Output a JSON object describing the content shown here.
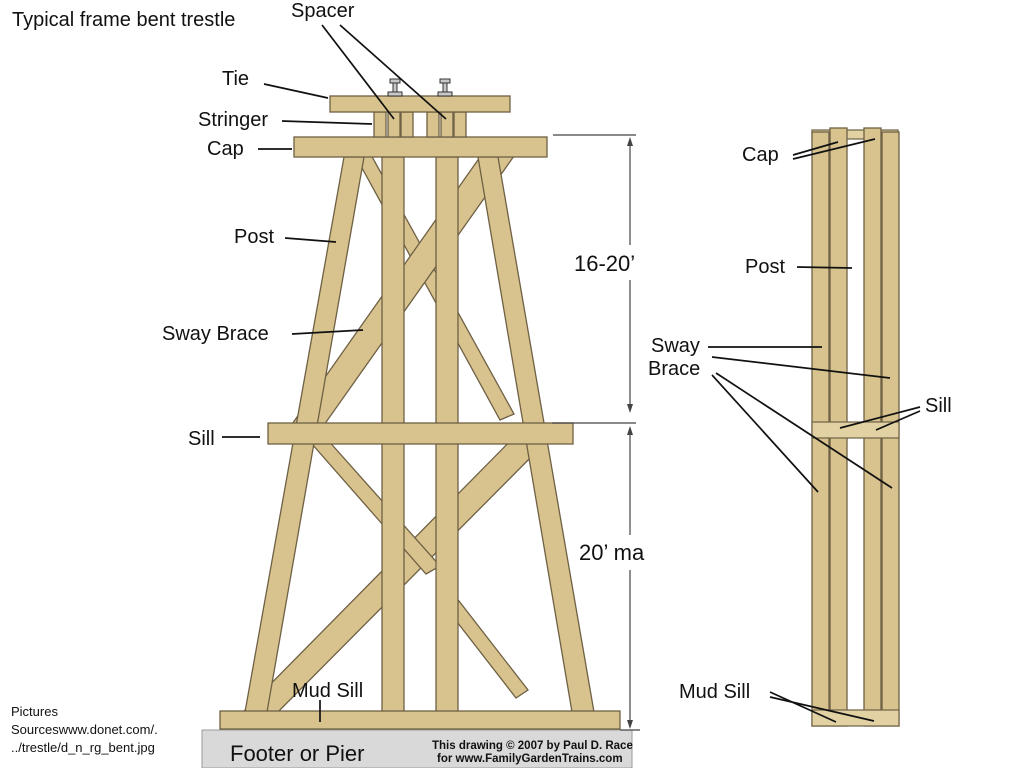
{
  "title": "Typical frame bent trestle",
  "labels": {
    "spacer": "Spacer",
    "tie": "Tie",
    "stringer": "Stringer",
    "cap": "Cap",
    "post": "Post",
    "sway_brace": "Sway Brace",
    "sill": "Sill",
    "mud_sill": "Mud Sill",
    "footer": "Footer or Pier",
    "upper_height": "16-20’",
    "lower_height": "20’ ma"
  },
  "side_view": {
    "cap": "Cap",
    "post": "Post",
    "sway": "Sway",
    "brace": "Brace",
    "sill": "Sill",
    "mud_sill": "Mud Sill"
  },
  "credit": {
    "line1": "This drawing © 2007 by Paul D. Race",
    "line2": "for www.FamilyGardenTrains.com"
  },
  "source": {
    "line1": "Pictures",
    "line2": "Sourceswww.donet.com/.",
    "line3": "../trestle/d_n_rg_bent.jpg"
  },
  "colors": {
    "timber": "#d8c38e",
    "timber_outline": "#6e6044",
    "footer": "#d9d9d9"
  }
}
